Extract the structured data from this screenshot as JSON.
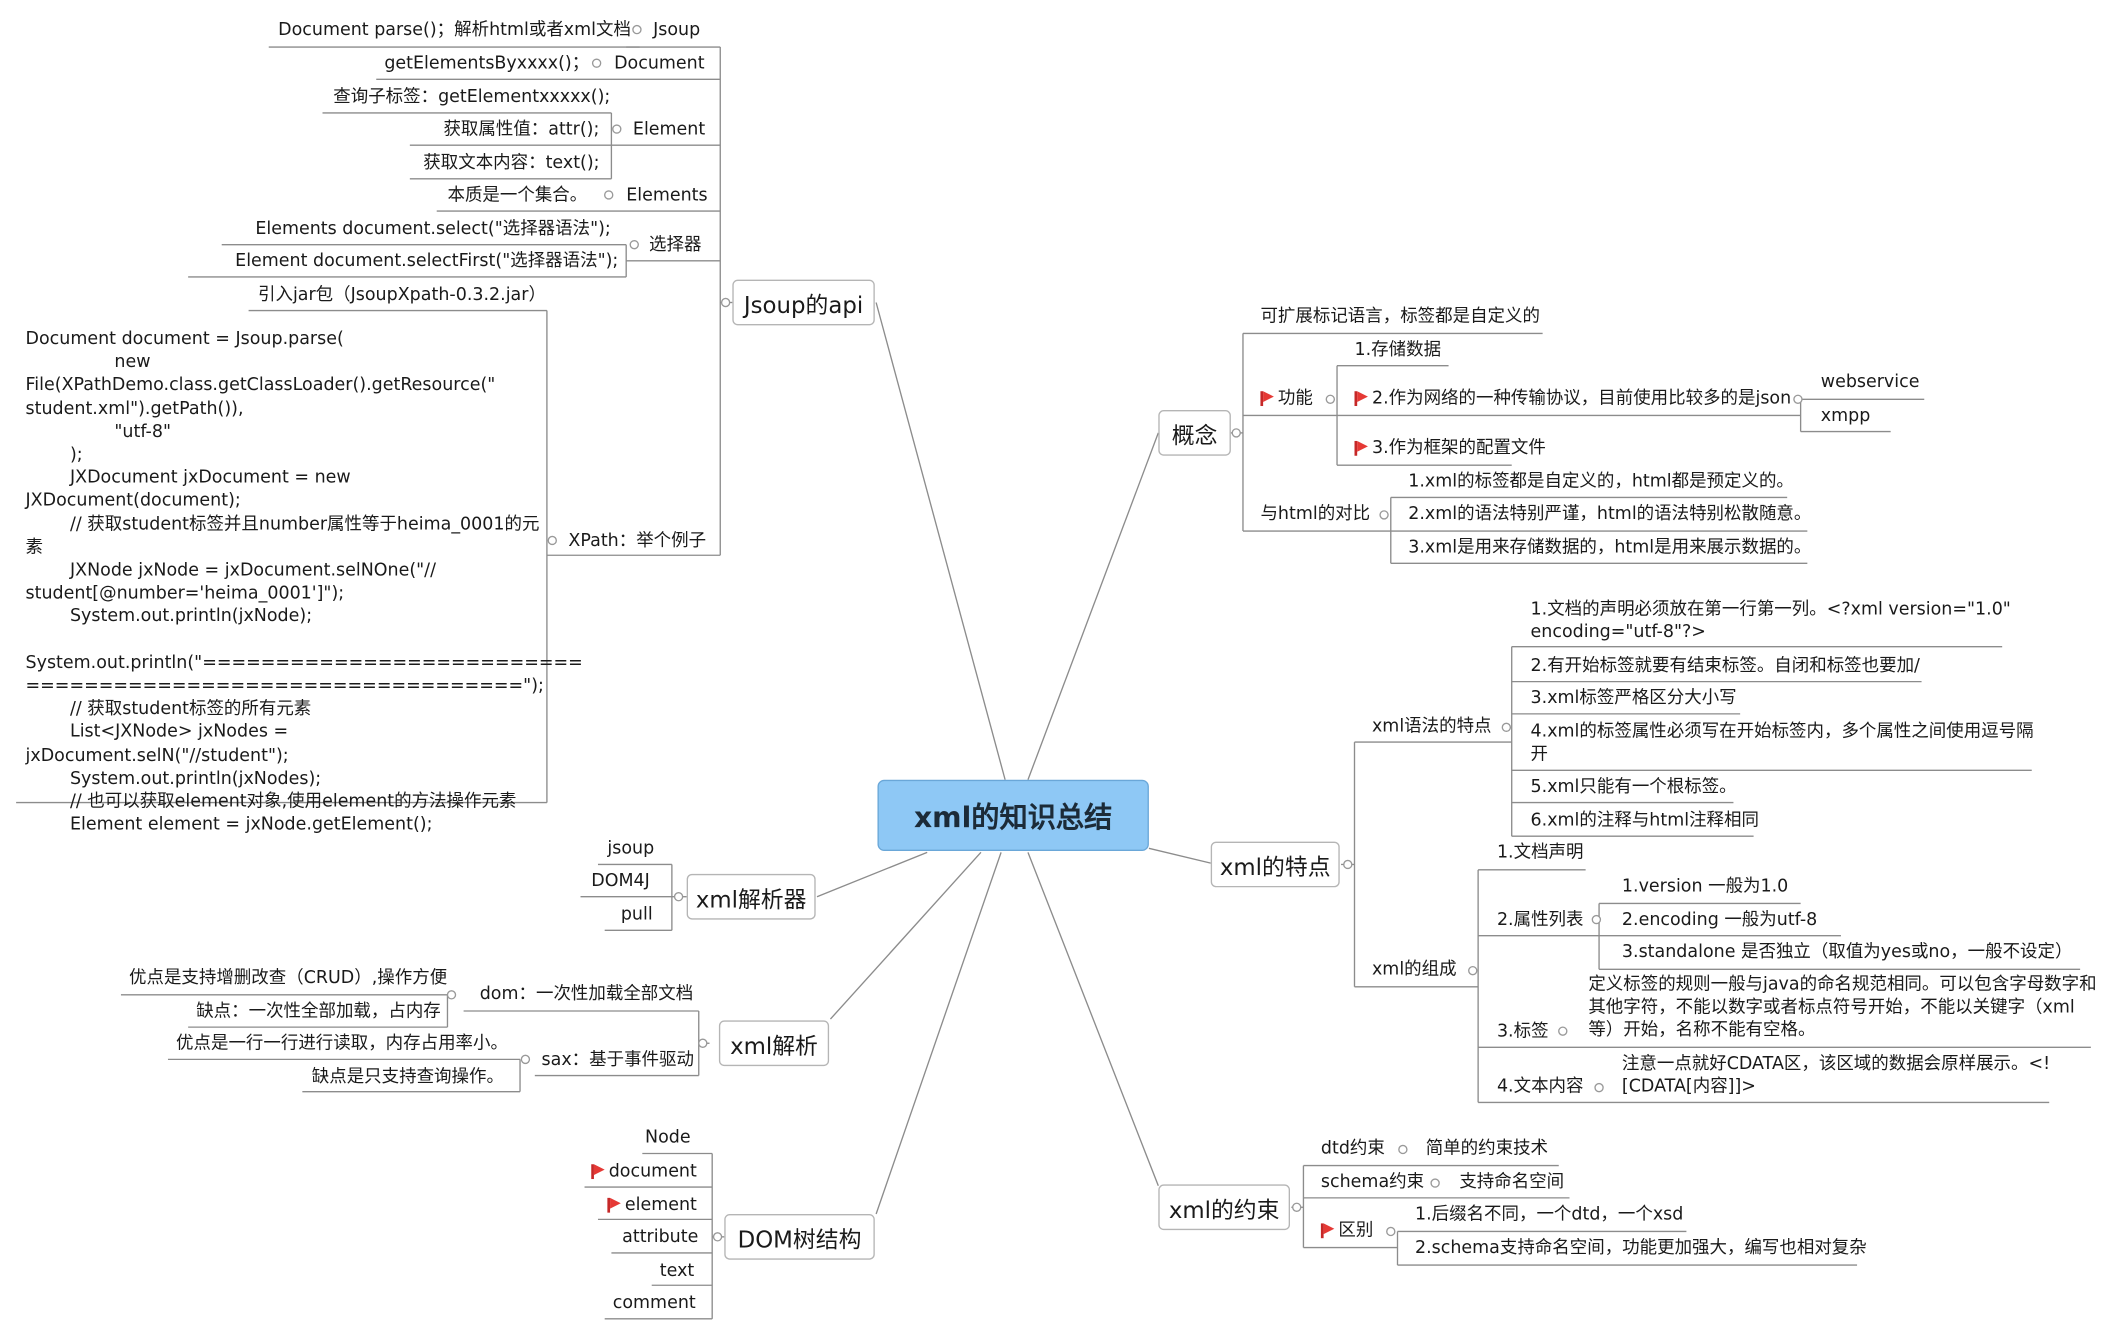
{
  "root": "xml的知识总结",
  "jsoup_api": {
    "title": "Jsoup的api",
    "jsoup": "Jsoup",
    "parse": "Document parse()；解析html或者xml文档",
    "document": "Document",
    "get_by": "getElementsByxxxx()；",
    "element": "Element",
    "child_query": "查询子标签：getElementxxxxx();",
    "attr": "获取属性值：attr();",
    "text": "获取文本内容：text();",
    "elements": "Elements",
    "collection": "本质是一个集合。",
    "selector": "选择器",
    "select": "Elements     document.select(\"选择器语法\");",
    "select_first": "Element     document.selectFirst(\"选择器语法\");",
    "xpath": "XPath：举个例子",
    "jar": "引入jar包（JsoupXpath-0.3.2.jar）",
    "code": "Document document = Jsoup.parse(\n                new\nFile(XPathDemo.class.getClassLoader().getResource(\"\nstudent.xml\").getPath()),\n                \"utf-8\"\n        );\n        JXDocument jxDocument = new\nJXDocument(document);\n        // 获取student标签并且number属性等于heima_0001的元素\n        JXNode jxNode = jxDocument.selNOne(\"//\nstudent[@number='heima_0001']\");\n        System.out.println(jxNode);\n\nSystem.out.println(\"==========================\n==================================\");\n        // 获取student标签的所有元素\n        List<JXNode> jxNodes = jxDocument.selN(\"//student\");\n        System.out.println(jxNodes);\n        // 也可以获取element对象,使用element的方法操作元素\n        Element element = jxNode.getElement();"
  },
  "parser": {
    "title": "xml解析器",
    "items": [
      "jsoup",
      "DOM4J",
      "pull"
    ]
  },
  "parsing": {
    "title": "xml解析",
    "dom": "dom：一次性加载全部文档",
    "dom_pro": "优点是支持增删改查（CRUD）,操作方便",
    "dom_con": "缺点：一次性全部加载，占内存",
    "sax": "sax：基于事件驱动",
    "sax_pro": "优点是一行一行进行读取，内存占用率小。",
    "sax_con": "缺点是只支持查询操作。"
  },
  "dom_tree": {
    "title": "DOM树结构",
    "items": [
      "Node",
      "document",
      "element",
      "attribute",
      "text",
      "comment"
    ]
  },
  "concept": {
    "title": "概念",
    "def": "可扩展标记语言，标签都是自定义的",
    "func": "功能",
    "f1": "1.存储数据",
    "f2": "2.作为网络的一种传输协议，目前使用比较多的是json",
    "ws": "webservice",
    "xmpp": "xmpp",
    "f3": "3.作为框架的配置文件",
    "cmp": "与html的对比",
    "c1": "1.xml的标签都是自定义的，html都是预定义的。",
    "c2": "2.xml的语法特别严谨，html的语法特别松散随意。",
    "c3": "3.xml是用来存储数据的，html是用来展示数据的。"
  },
  "features": {
    "title": "xml的特点",
    "syntax": "xml语法的特点",
    "s1": "1.文档的声明必须放在第一行第一列。<?xml version=\"1.0\"\nencoding=\"utf-8\"?>",
    "s2": "2.有开始标签就要有结束标签。自闭和标签也要加/",
    "s3": "3.xml标签严格区分大小写",
    "s4": "4.xml的标签属性必须写在开始标签内，多个属性之间使用逗号隔\n开",
    "s5": "5.xml只能有一个根标签。",
    "s6": "6.xml的注释与html注释相同",
    "comp": "xml的组成",
    "decl": "1.文档声明",
    "attrs": "2.属性列表",
    "a1": "1.version     一般为1.0",
    "a2": "2.encoding      一般为utf-8",
    "a3": "3.standalone      是否独立（取值为yes或no，一般不设定）",
    "tag": "3.标签",
    "tag_rule": "定义标签的规则一般与java的命名规范相同。可以包含字母数字和\n其他字符，不能以数字或者标点符号开始，不能以关键字（xml\n等）开始，名称不能有空格。",
    "content": "4.文本内容",
    "cdata": "注意一点就好CDATA区，该区域的数据会原样展示。<!\n[CDATA[内容]]>"
  },
  "constraints": {
    "title": "xml的约束",
    "dtd": "dtd约束",
    "dtd_desc": "简单的约束技术",
    "schema": "schema约束",
    "schema_desc": "支持命名空间",
    "diff": "区别",
    "d1": "1.后缀名不同，一个dtd，一个xsd",
    "d2": "2.schema支持命名空间，功能更加强大，编写也相对复杂"
  },
  "colors": {
    "root": "#8ec8f5",
    "flag": "#e53935",
    "line": "#8c8c8c"
  }
}
